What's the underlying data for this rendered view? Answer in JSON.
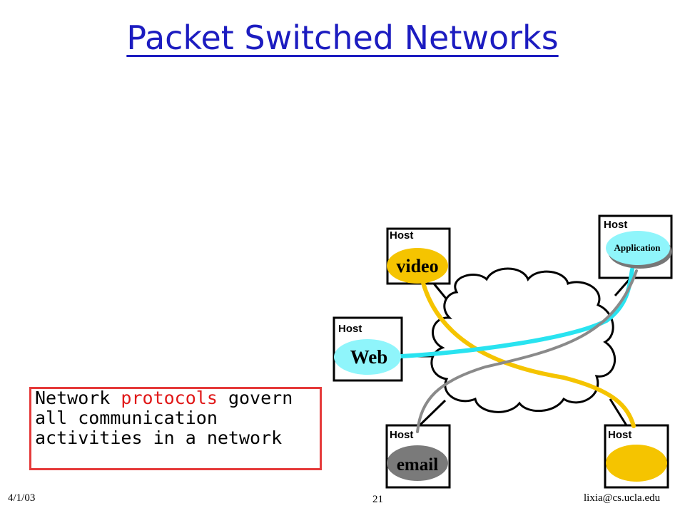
{
  "slide": {
    "title": "Packet Switched Networks",
    "caption": {
      "before": "Network ",
      "highlight": "protocols",
      "after": " govern all communication activities in a network"
    },
    "footer_left": "4/1/03",
    "footer_center": "21",
    "footer_right": "lixia@cs.ucla.edu"
  },
  "diagram": {
    "hosts": [
      {
        "label": "Host",
        "app": "video"
      },
      {
        "label": "Host",
        "app": "Application"
      },
      {
        "label": "Host",
        "app": "Web"
      },
      {
        "label": "Host",
        "app": "email"
      },
      {
        "label": "Host",
        "app": ""
      }
    ]
  },
  "colors": {
    "title": "#1c1cc0",
    "caption_border": "#e53a3a",
    "highlight": "#e01818",
    "video_flow": "#f5c400",
    "web_flow": "#29e3f0",
    "email_flow": "#8a8a8a"
  }
}
